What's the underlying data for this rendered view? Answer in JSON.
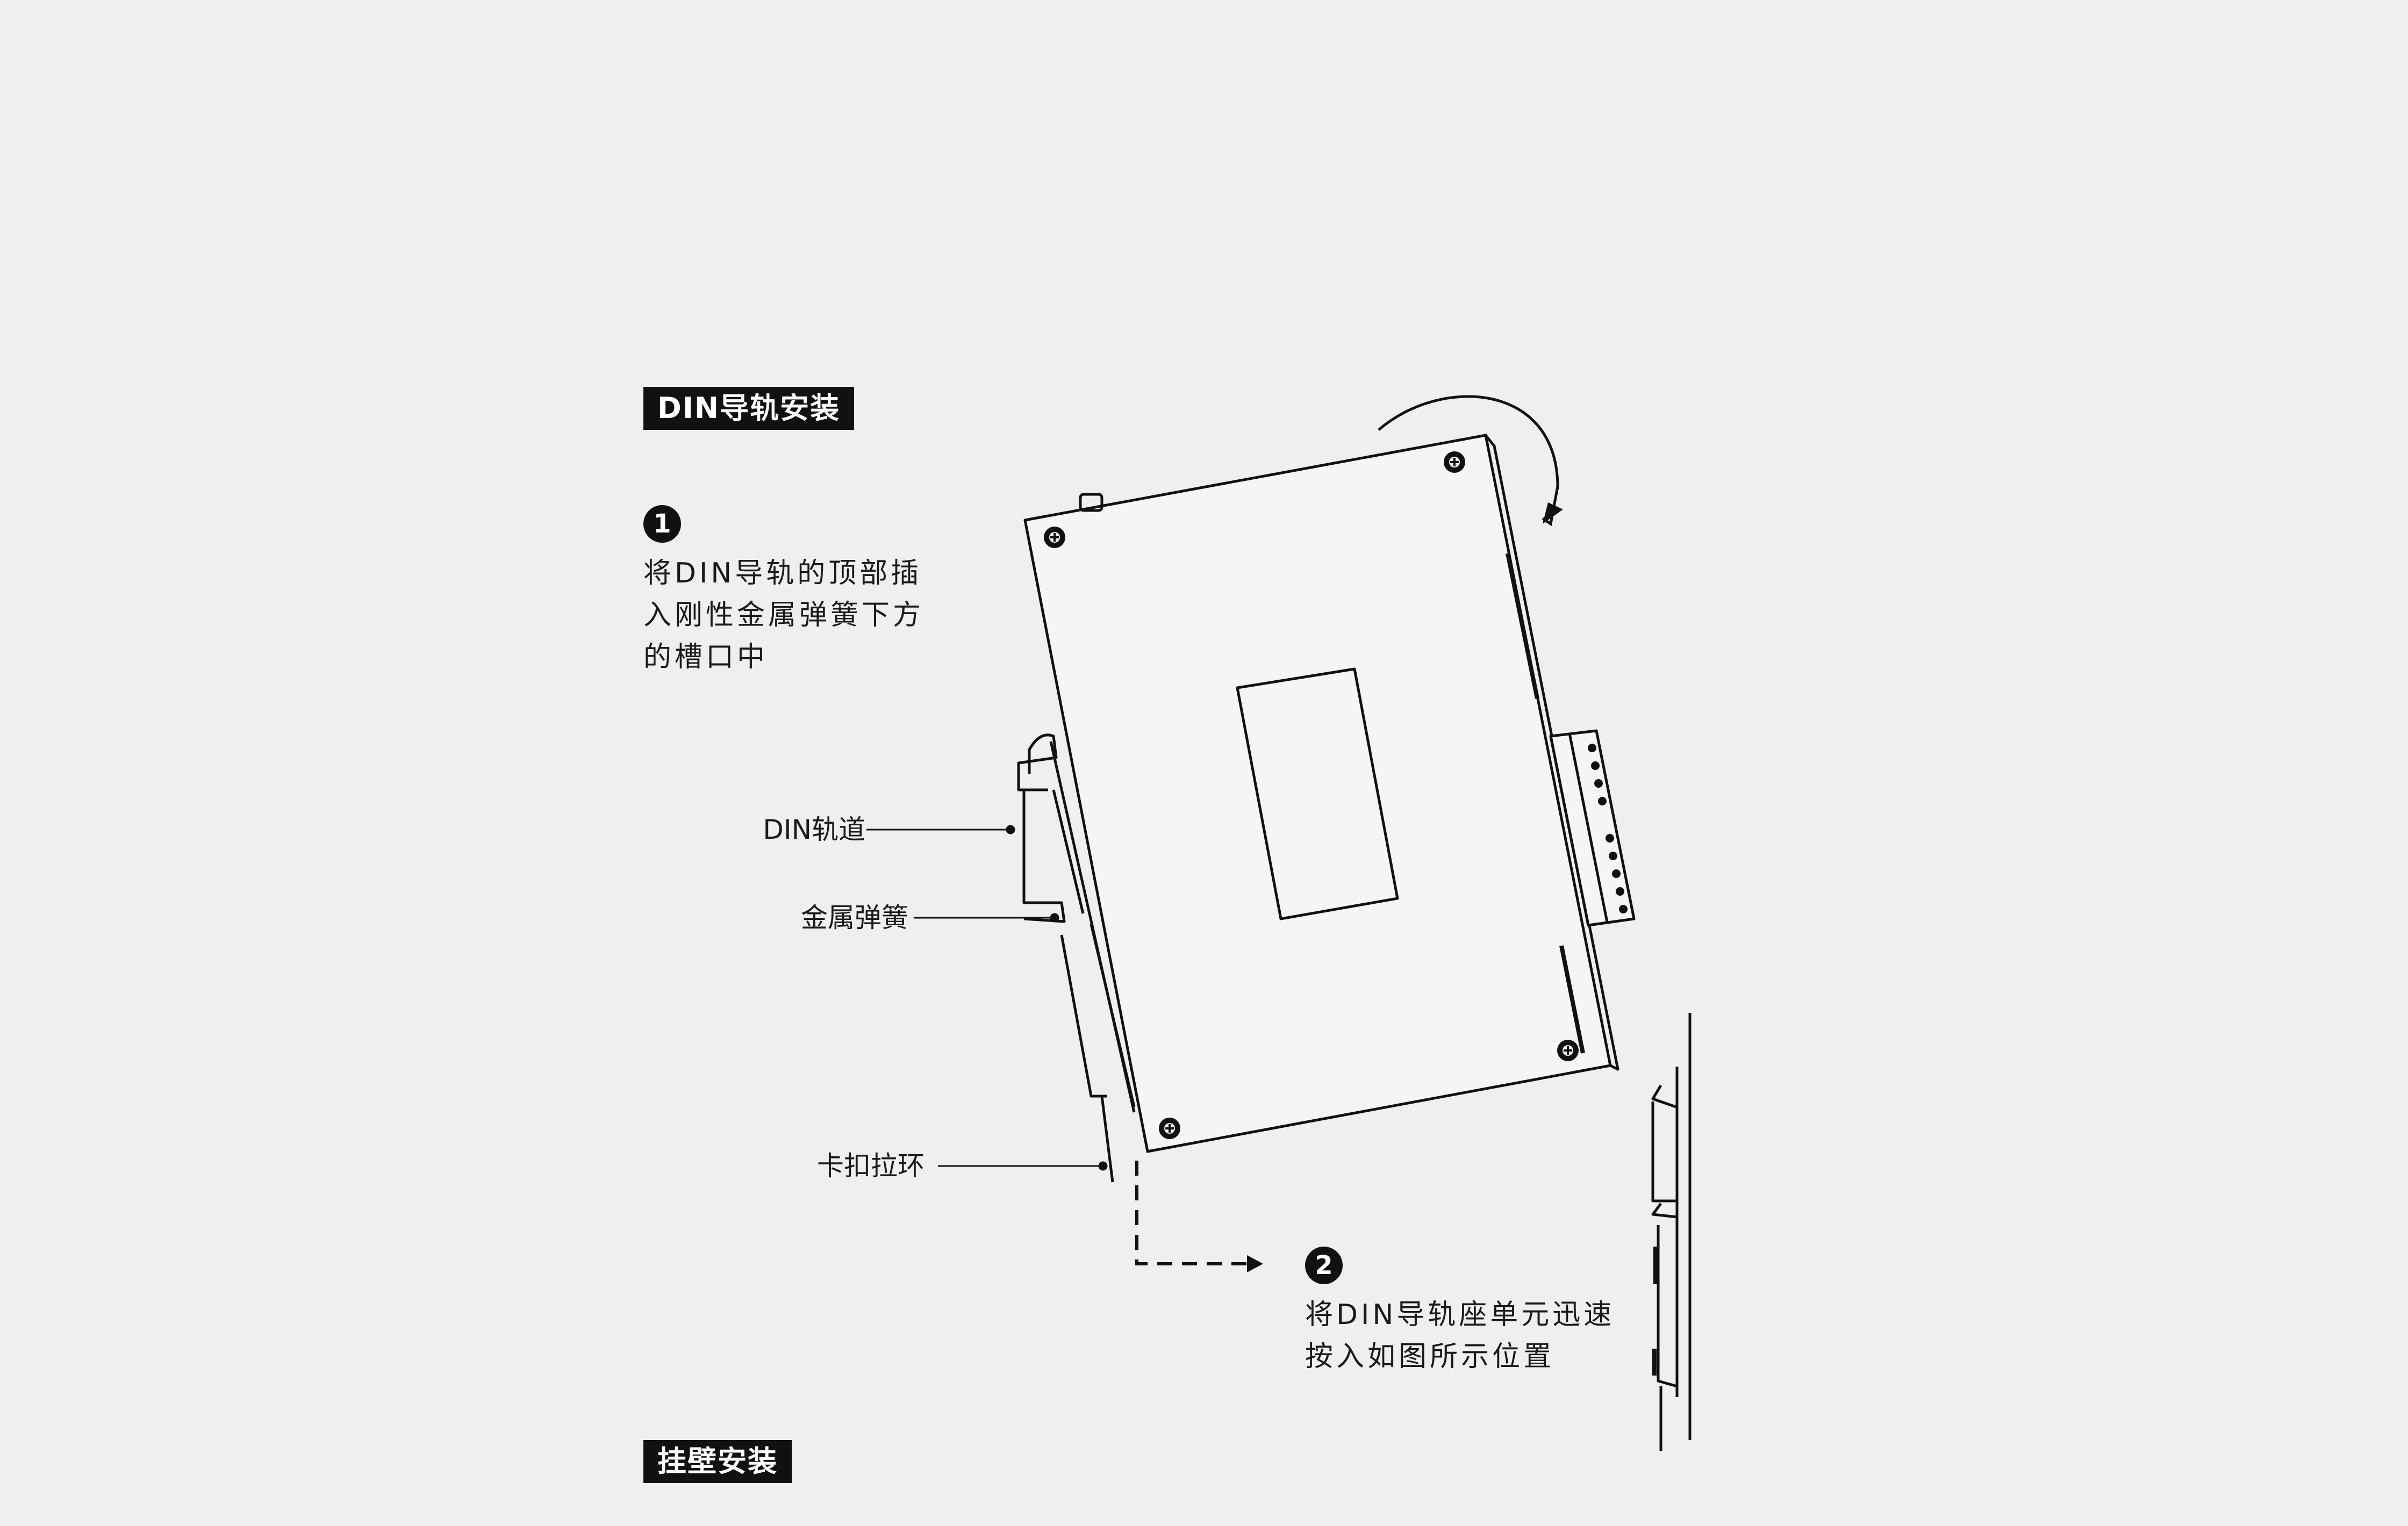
{
  "sections": {
    "din_title": "DIN导轨安装",
    "wall_title": "挂壁安装"
  },
  "steps": [
    {
      "number": "1",
      "lines": [
        "将DIN导轨的顶部插",
        "入刚性金属弹簧下方",
        "的槽口中"
      ]
    },
    {
      "number": "2",
      "lines": [
        "将DIN导轨座单元迅速",
        "按入如图所示位置"
      ]
    }
  ],
  "callouts": {
    "rail": "DIN轨道",
    "spring": "金属弹簧",
    "clip": "卡扣拉环"
  },
  "colors": {
    "background": "#efefef",
    "ink": "#111111",
    "label_text": "#ffffff"
  },
  "icons": {
    "rotation_arrow": "clockwise-arrow-icon",
    "push_arrow": "dashed-arrow-icon",
    "screw": "screw-icon"
  }
}
